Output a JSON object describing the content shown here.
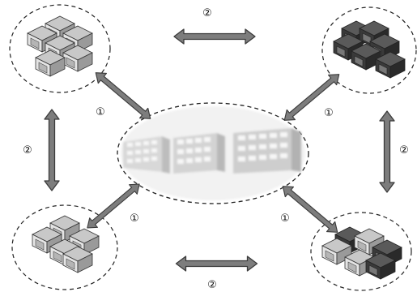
{
  "labels": {
    "top": "②",
    "left": "②",
    "right": "②",
    "bottom": "②",
    "upper_left_diag": "①",
    "upper_right_diag": "①",
    "lower_left_diag": "①",
    "lower_right_diag": "①"
  },
  "nodes": [
    {
      "id": "top-left",
      "building_tone": "light"
    },
    {
      "id": "top-right",
      "building_tone": "dark"
    },
    {
      "id": "bottom-left",
      "building_tone": "light"
    },
    {
      "id": "bottom-right",
      "building_tone": "mixed"
    },
    {
      "id": "center",
      "building_tone": "blurred"
    }
  ],
  "colors": {
    "arrow_fill": "#7d7d7d",
    "arrow_stroke": "#3b3b3b",
    "dashed_outline": "#222222",
    "center_fill": "#ececec"
  }
}
